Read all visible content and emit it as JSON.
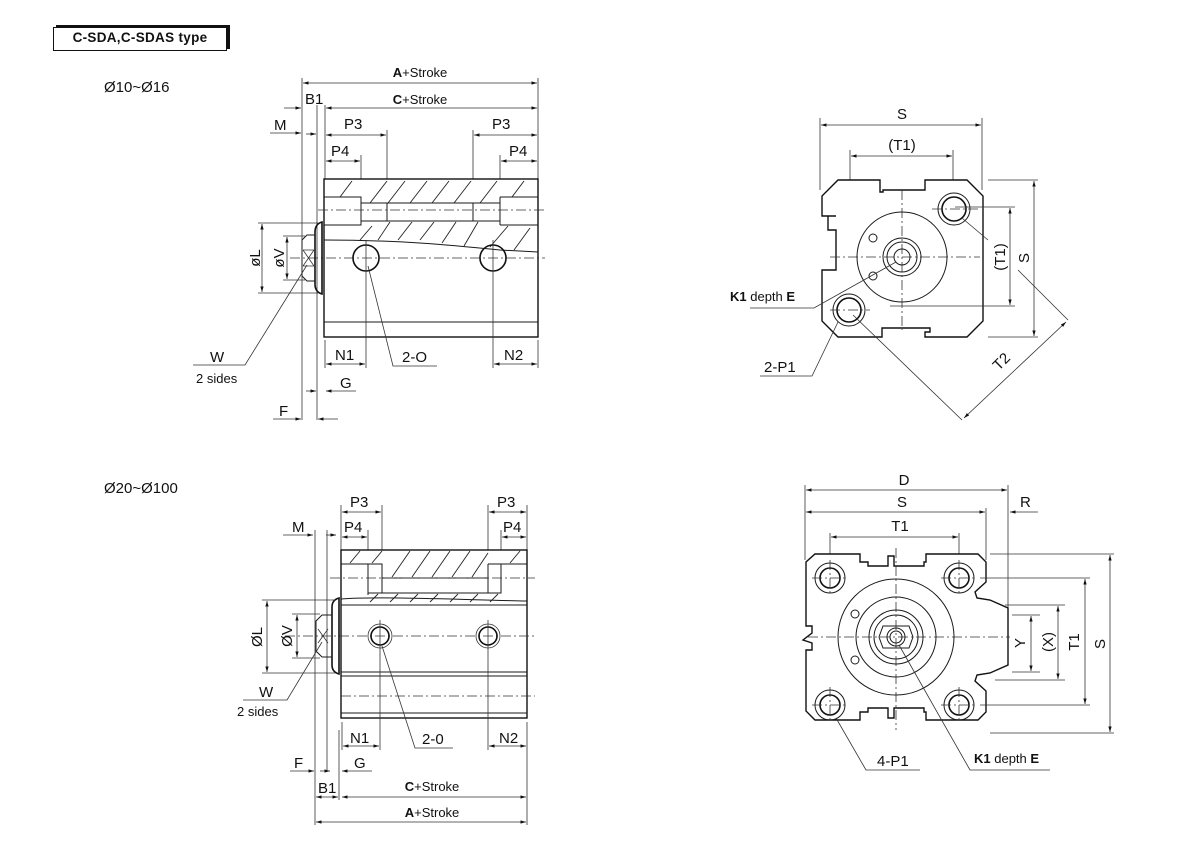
{
  "title": "C-SDA,C-SDAS type",
  "upper_view": {
    "range_label": "Ø10~Ø16",
    "side": {
      "a_stroke": {
        "bold": "A",
        "rest": "+Stroke"
      },
      "c_stroke": {
        "bold": "C",
        "rest": "+Stroke"
      },
      "b1": "B1",
      "m": "M",
      "p3_left": "P3",
      "p3_right": "P3",
      "p4_left": "P4",
      "p4_right": "P4",
      "phi_l": "øL",
      "phi_v": "øV",
      "w": "W",
      "w_note": "2 sides",
      "n1": "N1",
      "n2": "N2",
      "ports": "2-O",
      "g": "G",
      "f": "F"
    },
    "end": {
      "s_top": "S",
      "t1_top": "(T1)",
      "t1_side": "(T1)",
      "s_side": "S",
      "t2": "T2",
      "k1": {
        "bold1": "K1",
        "mid": " depth ",
        "bold2": "E"
      },
      "p1": "2-P1"
    }
  },
  "lower_view": {
    "range_label": "Ø20~Ø100",
    "side": {
      "p3_left": "P3",
      "p3_right": "P3",
      "p4_left": "P4",
      "p4_right": "P4",
      "m": "M",
      "phi_l": "ØL",
      "phi_v": "ØV",
      "w": "W",
      "w_note": "2 sides",
      "n1": "N1",
      "n2": "N2",
      "ports": "2-0",
      "f": "F",
      "g": "G",
      "b1": "B1",
      "c_stroke": {
        "bold": "C",
        "rest": "+Stroke"
      },
      "a_stroke": {
        "bold": "A",
        "rest": "+Stroke"
      }
    },
    "end": {
      "d": "D",
      "s_top": "S",
      "t1_top": "T1",
      "r": "R",
      "y": "Y",
      "x": "(X)",
      "t1_side": "T1",
      "s_side": "S",
      "p1": "4-P1",
      "k1": {
        "bold1": "K1",
        "mid": " depth ",
        "bold2": "E"
      }
    }
  }
}
